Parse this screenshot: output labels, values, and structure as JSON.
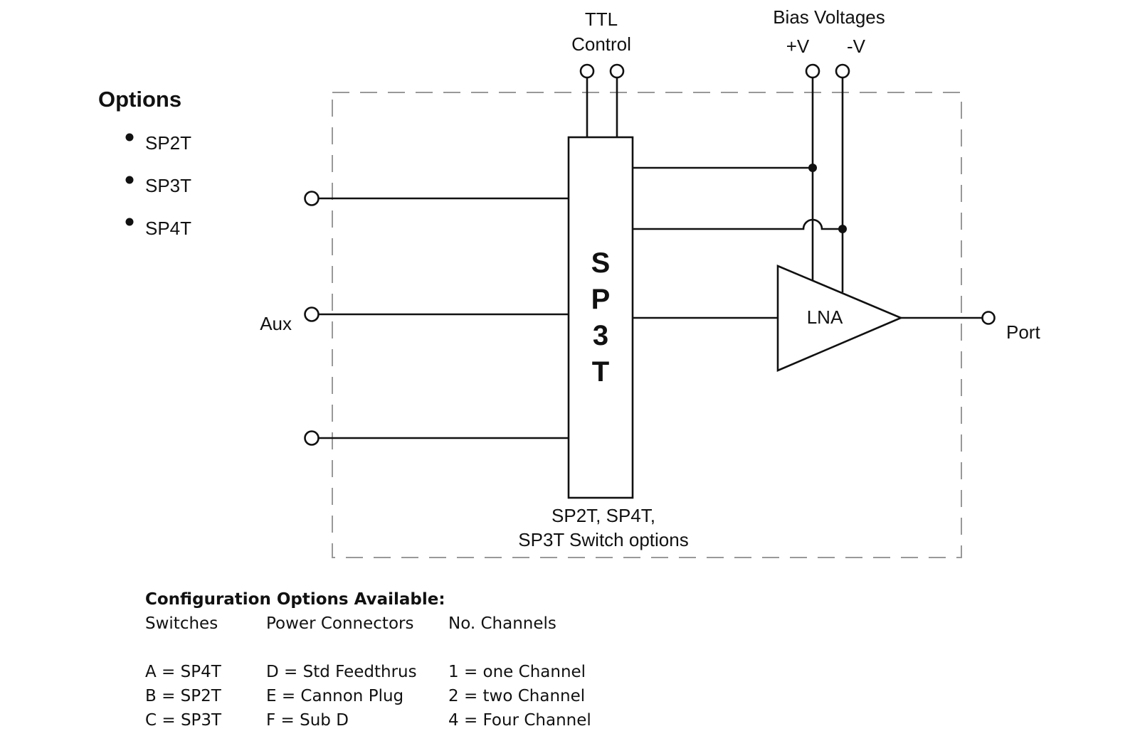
{
  "options": {
    "title": "Options",
    "items": [
      "SP2T",
      "SP3T",
      "SP4T"
    ]
  },
  "diagram": {
    "ttl_label": [
      "TTL",
      "Control"
    ],
    "bias_label": "Bias Voltages",
    "plus_v": "+V",
    "minus_v": "-V",
    "switch_letters": [
      "S",
      "P",
      "3",
      "T"
    ],
    "switch_caption": [
      "SP2T, SP4T,",
      "SP3T Switch options"
    ],
    "lna_label": "LNA",
    "aux_label": "Aux",
    "port_label": "Port"
  },
  "config": {
    "title": "Configuration Options Available:",
    "headers": [
      "Switches",
      "Power Connectors",
      "No. Channels"
    ],
    "rows": [
      [
        "A = SP4T",
        "D = Std Feedthrus",
        "1 = one Channel"
      ],
      [
        "B = SP2T",
        "E =  Cannon Plug",
        "2 = two Channel"
      ],
      [
        "C = SP3T",
        "F = Sub D",
        "4 = Four Channel"
      ]
    ]
  }
}
